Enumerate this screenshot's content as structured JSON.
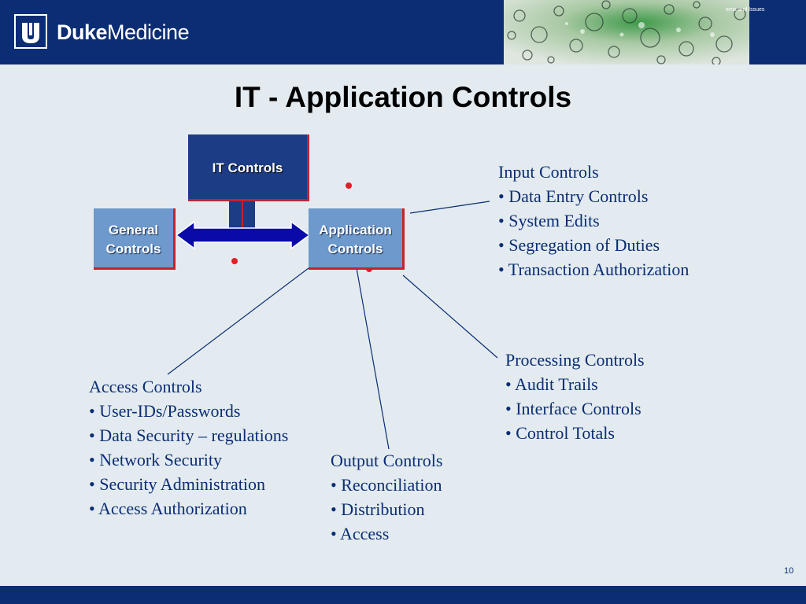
{
  "header": {
    "logo_bold": "Duke",
    "logo_regular": "Medicine",
    "corner_text": "erns and Issues",
    "logo_icon": "duke-shield-icon"
  },
  "title": "IT - Application Controls",
  "diagram": {
    "it_controls": "IT Controls",
    "general_line1": "General",
    "general_line2": "Controls",
    "application_line1": "Application",
    "application_line2": "Controls"
  },
  "input_controls": {
    "heading": "Input Controls",
    "items": [
      "• Data Entry Controls",
      "• System Edits",
      "• Segregation of Duties",
      "• Transaction Authorization"
    ]
  },
  "processing_controls": {
    "heading": "Processing Controls",
    "items": [
      "• Audit Trails",
      "• Interface Controls",
      "• Control Totals"
    ]
  },
  "access_controls": {
    "heading": "Access Controls",
    "items": [
      "• User-IDs/Passwords",
      "• Data Security – regulations",
      "• Network Security",
      "• Security Administration",
      "• Access Authorization"
    ]
  },
  "output_controls": {
    "heading": "Output Controls",
    "items": [
      "• Reconciliation",
      "• Distribution",
      "• Access"
    ]
  },
  "page_number": "10",
  "colors": {
    "navy": "#0b2d74",
    "box_dark": "#1c3c85",
    "box_light": "#6d99cc",
    "accent_red": "#c4222f",
    "arrow": "#0a0aa8"
  }
}
